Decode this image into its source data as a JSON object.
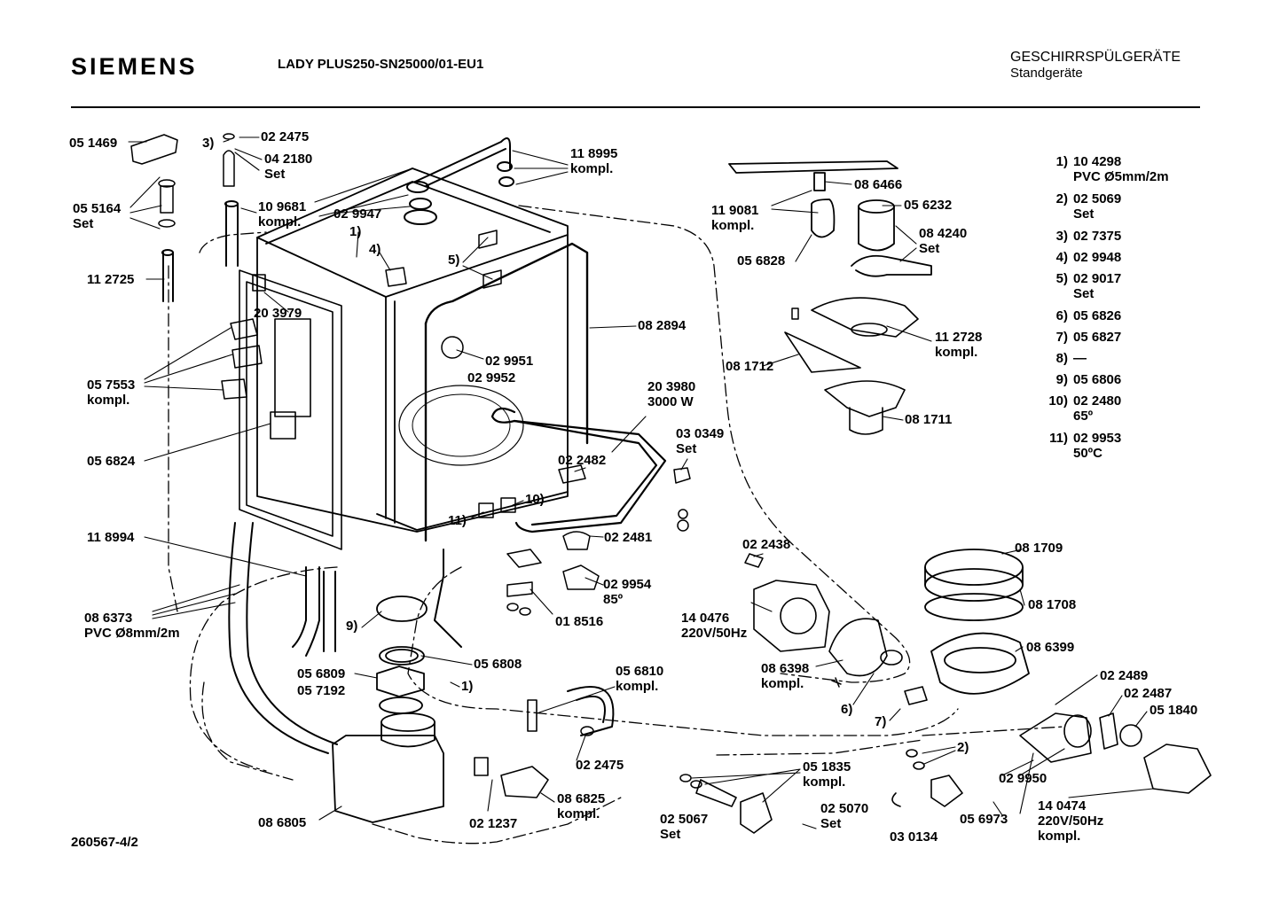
{
  "header": {
    "brand": "SIEMENS",
    "model": "LADY PLUS250-SN25000/01-EU1",
    "category": "GESCHIRRSPÜLGERÄTE",
    "subcategory": "Standgeräte"
  },
  "doc_number": "260567-4/2",
  "labels": [
    {
      "id": "l1",
      "lines": [
        "05 1469"
      ]
    },
    {
      "id": "l2",
      "lines": [
        "3)"
      ]
    },
    {
      "id": "l3",
      "lines": [
        "02 2475"
      ]
    },
    {
      "id": "l4",
      "lines": [
        "04 2180",
        "Set"
      ]
    },
    {
      "id": "l5",
      "lines": [
        "05 5164",
        "Set"
      ]
    },
    {
      "id": "l6",
      "lines": [
        "10 9681",
        "kompl."
      ]
    },
    {
      "id": "l7",
      "lines": [
        "02 9947"
      ]
    },
    {
      "id": "l8",
      "lines": [
        "11 8995",
        "kompl."
      ]
    },
    {
      "id": "l9",
      "lines": [
        "1)"
      ]
    },
    {
      "id": "l10",
      "lines": [
        "4)"
      ]
    },
    {
      "id": "l11",
      "lines": [
        "5)"
      ]
    },
    {
      "id": "l12",
      "lines": [
        "11 2725"
      ]
    },
    {
      "id": "l13",
      "lines": [
        "20 3979"
      ]
    },
    {
      "id": "l14",
      "lines": [
        "05 7553",
        "kompl."
      ]
    },
    {
      "id": "l15",
      "lines": [
        "02 9951"
      ]
    },
    {
      "id": "l16",
      "lines": [
        "02 9952"
      ]
    },
    {
      "id": "l17",
      "lines": [
        "08 2894"
      ]
    },
    {
      "id": "l18",
      "lines": [
        "20 3980",
        "3000 W"
      ]
    },
    {
      "id": "l19",
      "lines": [
        "03 0349",
        "Set"
      ]
    },
    {
      "id": "l20",
      "lines": [
        "05 6824"
      ]
    },
    {
      "id": "l21",
      "lines": [
        "02 2482"
      ]
    },
    {
      "id": "l22",
      "lines": [
        "10)"
      ]
    },
    {
      "id": "l23",
      "lines": [
        "11)"
      ]
    },
    {
      "id": "l24",
      "lines": [
        "02 2481"
      ]
    },
    {
      "id": "l25",
      "lines": [
        "11 8994"
      ]
    },
    {
      "id": "l26",
      "lines": [
        "02 9954",
        "85º"
      ]
    },
    {
      "id": "l27",
      "lines": [
        "01 8516"
      ]
    },
    {
      "id": "l28",
      "lines": [
        "08 6373",
        "PVC Ø8mm/2m"
      ]
    },
    {
      "id": "l29",
      "lines": [
        "9)"
      ]
    },
    {
      "id": "l30",
      "lines": [
        "05 6808"
      ]
    },
    {
      "id": "l31",
      "lines": [
        "05 6809"
      ]
    },
    {
      "id": "l32",
      "lines": [
        "05 7192"
      ]
    },
    {
      "id": "l33",
      "lines": [
        "1)"
      ]
    },
    {
      "id": "l34",
      "lines": [
        "05 6810",
        "kompl."
      ]
    },
    {
      "id": "l35",
      "lines": [
        "02 2475"
      ]
    },
    {
      "id": "l36",
      "lines": [
        "08 6805"
      ]
    },
    {
      "id": "l37",
      "lines": [
        "02 1237"
      ]
    },
    {
      "id": "l38",
      "lines": [
        "08 6825",
        "kompl."
      ]
    },
    {
      "id": "l39",
      "lines": [
        "11 9081",
        "kompl."
      ]
    },
    {
      "id": "l40",
      "lines": [
        "08 6466"
      ]
    },
    {
      "id": "l41",
      "lines": [
        "05 6232"
      ]
    },
    {
      "id": "l42",
      "lines": [
        "08 4240",
        "Set"
      ]
    },
    {
      "id": "l43",
      "lines": [
        "05 6828"
      ]
    },
    {
      "id": "l44",
      "lines": [
        "11 2728",
        "kompl."
      ]
    },
    {
      "id": "l45",
      "lines": [
        "08 1712"
      ]
    },
    {
      "id": "l46",
      "lines": [
        "08 1711"
      ]
    },
    {
      "id": "l47",
      "lines": [
        "02 2438"
      ]
    },
    {
      "id": "l48",
      "lines": [
        "14 0476",
        "220V/50Hz"
      ]
    },
    {
      "id": "l49",
      "lines": [
        "08 1709"
      ]
    },
    {
      "id": "l50",
      "lines": [
        "08 1708"
      ]
    },
    {
      "id": "l51",
      "lines": [
        "08 6399"
      ]
    },
    {
      "id": "l52",
      "lines": [
        "08 6398",
        "kompl."
      ]
    },
    {
      "id": "l53",
      "lines": [
        "6)"
      ]
    },
    {
      "id": "l54",
      "lines": [
        "7)"
      ]
    },
    {
      "id": "l55",
      "lines": [
        "02 2489"
      ]
    },
    {
      "id": "l56",
      "lines": [
        "02 2487"
      ]
    },
    {
      "id": "l57",
      "lines": [
        "05 1840"
      ]
    },
    {
      "id": "l58",
      "lines": [
        "2)"
      ]
    },
    {
      "id": "l59",
      "lines": [
        "02 9950"
      ]
    },
    {
      "id": "l60",
      "lines": [
        "05 1835",
        "kompl."
      ]
    },
    {
      "id": "l61",
      "lines": [
        "02 5067",
        "Set"
      ]
    },
    {
      "id": "l62",
      "lines": [
        "02 5070",
        "Set"
      ]
    },
    {
      "id": "l63",
      "lines": [
        "03 0134"
      ]
    },
    {
      "id": "l64",
      "lines": [
        "05 6973"
      ]
    },
    {
      "id": "l65",
      "lines": [
        "14 0474",
        "220V/50Hz",
        "kompl."
      ]
    }
  ],
  "legend": [
    {
      "num": "1)",
      "lines": [
        "10 4298",
        "PVC Ø5mm/2m"
      ]
    },
    {
      "num": "2)",
      "lines": [
        "02 5069",
        "Set"
      ]
    },
    {
      "num": "3)",
      "lines": [
        "02 7375"
      ]
    },
    {
      "num": "4)",
      "lines": [
        "02 9948"
      ]
    },
    {
      "num": "5)",
      "lines": [
        "02 9017",
        "Set"
      ]
    },
    {
      "num": "6)",
      "lines": [
        "05 6826"
      ]
    },
    {
      "num": "7)",
      "lines": [
        "05 6827"
      ]
    },
    {
      "num": "8)",
      "lines": [
        "—"
      ]
    },
    {
      "num": "9)",
      "lines": [
        "05 6806"
      ]
    },
    {
      "num": "10)",
      "lines": [
        "02 2480",
        "65º"
      ]
    },
    {
      "num": "11)",
      "lines": [
        "02 9953",
        "50ºC"
      ]
    }
  ]
}
